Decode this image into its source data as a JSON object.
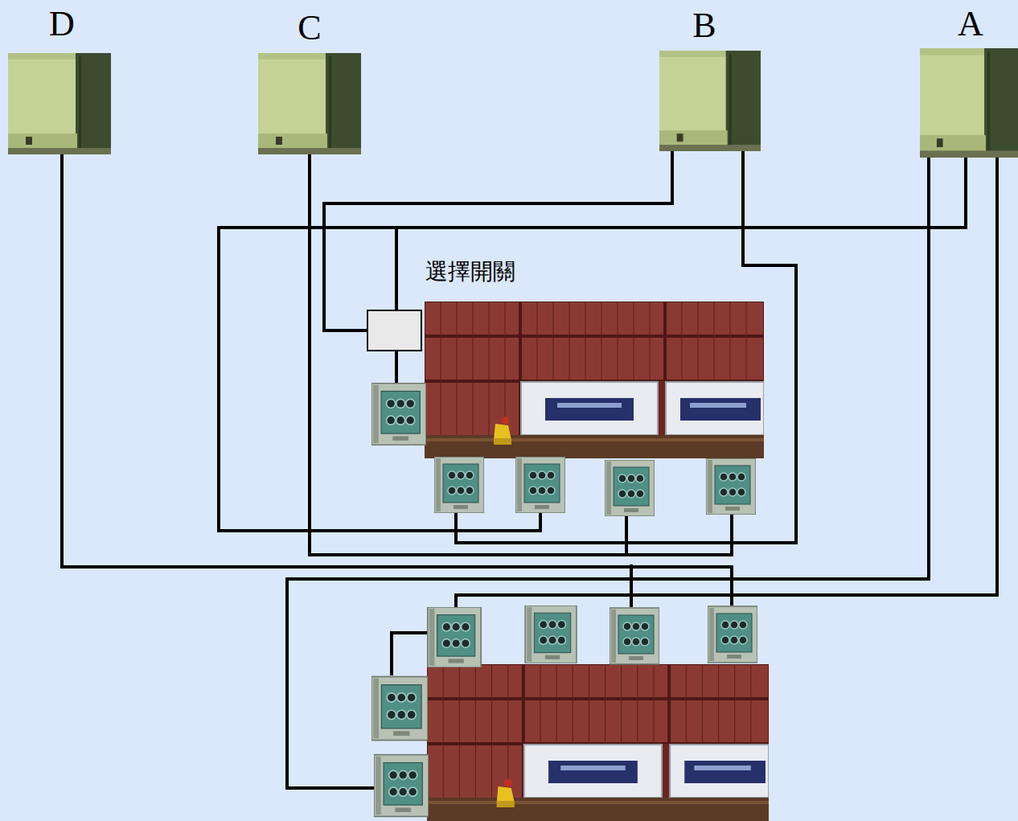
{
  "diagram": {
    "nodes": [
      {
        "text": [
          "D"
        ]
      },
      {
        "text": [
          "C"
        ]
      },
      {
        "text": [
          "B"
        ]
      },
      {
        "text": [
          "A"
        ]
      },
      {
        "text": [
          "選擇開關"
        ]
      }
    ],
    "edges": [
      {
        "from": 2,
        "to": 4,
        "arrow": "none"
      },
      {
        "from": 3,
        "to": 4,
        "arrow": "none"
      }
    ]
  }
}
